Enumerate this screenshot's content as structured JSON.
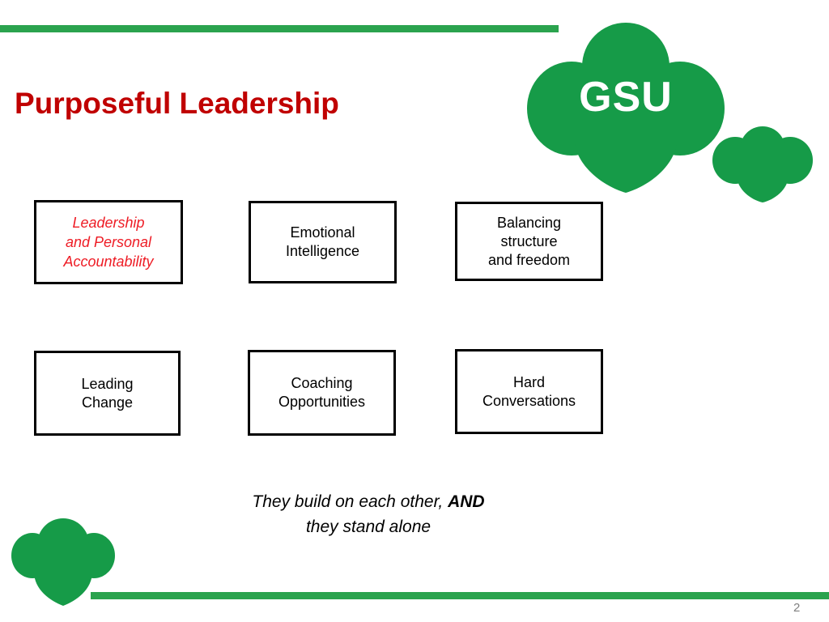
{
  "slide": {
    "title": "Purposeful Leadership",
    "page_number": "2",
    "accent_green": "#2BA34E",
    "title_red": "#C00000",
    "highlight_red": "#EE1C25",
    "background": "#ffffff"
  },
  "logo": {
    "wordmark": "GSU",
    "shape": "girl-scout-trefoil",
    "color": "#169B48"
  },
  "boxes": [
    {
      "id": "leadership-and-personal-accountability",
      "text": "Leadership\nand Personal\nAccountability",
      "highlighted": true
    },
    {
      "id": "emotional-intelligence",
      "text": "Emotional\nIntelligence",
      "highlighted": false
    },
    {
      "id": "balancing-structure-and-freedom",
      "text": "Balancing\nstructure\nand freedom",
      "highlighted": false
    },
    {
      "id": "leading-change",
      "text": "Leading\nChange",
      "highlighted": false
    },
    {
      "id": "coaching-opportunities",
      "text": "Coaching\nOpportunities",
      "highlighted": false
    },
    {
      "id": "hard-conversations",
      "text": "Hard\nConversations",
      "highlighted": false
    }
  ],
  "caption": {
    "line1_before": "They build on each other, ",
    "line1_emphasis": "AND",
    "line2": "they stand alone"
  }
}
